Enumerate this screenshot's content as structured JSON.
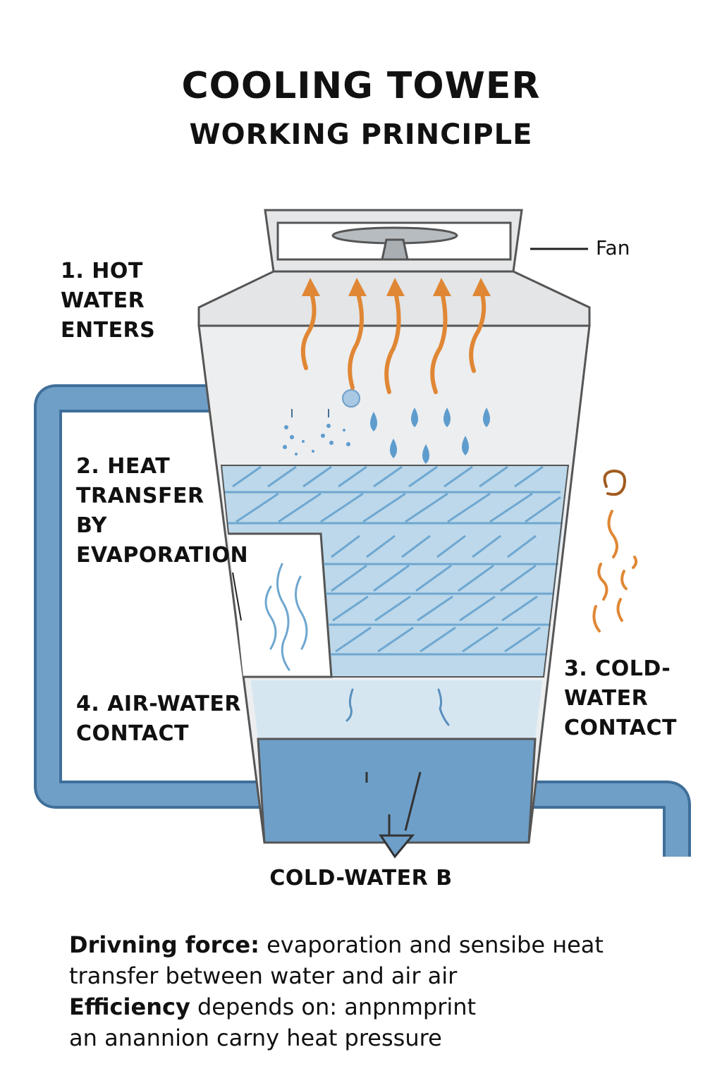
{
  "title": {
    "main": "COOLING TOWER",
    "sub": "WORKING PRINCIPLE"
  },
  "labels": {
    "hot_water": [
      "1. HOT",
      "WATER",
      "ENTERS"
    ],
    "heat_transfer": [
      "2. HEAT",
      "TRANSFER",
      "BY",
      "EVAPORATION"
    ],
    "cold_water_contact": [
      "3. COLD-",
      "WATER",
      "CONTACT"
    ],
    "air_water_contact": [
      "4. AIR-WATER",
      "CONTACT"
    ],
    "fan": "Fan"
  },
  "bottom_caption": "COLD-WATER B",
  "notes": [
    {
      "key": "Drivning force:",
      "text": " evaporation and sensibe нeat"
    },
    {
      "key": "",
      "text": "transfer between water and air air"
    },
    {
      "key": "Efficiency",
      "text": " depends on: anpnmprint"
    },
    {
      "key": "",
      "text": "an ananniоn carny heat pressure"
    }
  ],
  "colors": {
    "pipe": "#6f9ec7",
    "tower_shell": "#eaecee",
    "fill_media": "#b9d6e8",
    "hatching": "#6fa7d0",
    "basin_light": "#d5e6f1",
    "basin_dark": "#6d9fc9",
    "hot_air_arrows": "#e08735",
    "droplets": "#5e9ccd",
    "outline": "#555555"
  },
  "icons": {
    "fan": "fan-icon",
    "hot_air": "wavy-up-arrow-icon",
    "droplet": "water-droplet-icon",
    "vapor": "vapor-wave-icon",
    "outflow": "down-arrow-icon"
  }
}
